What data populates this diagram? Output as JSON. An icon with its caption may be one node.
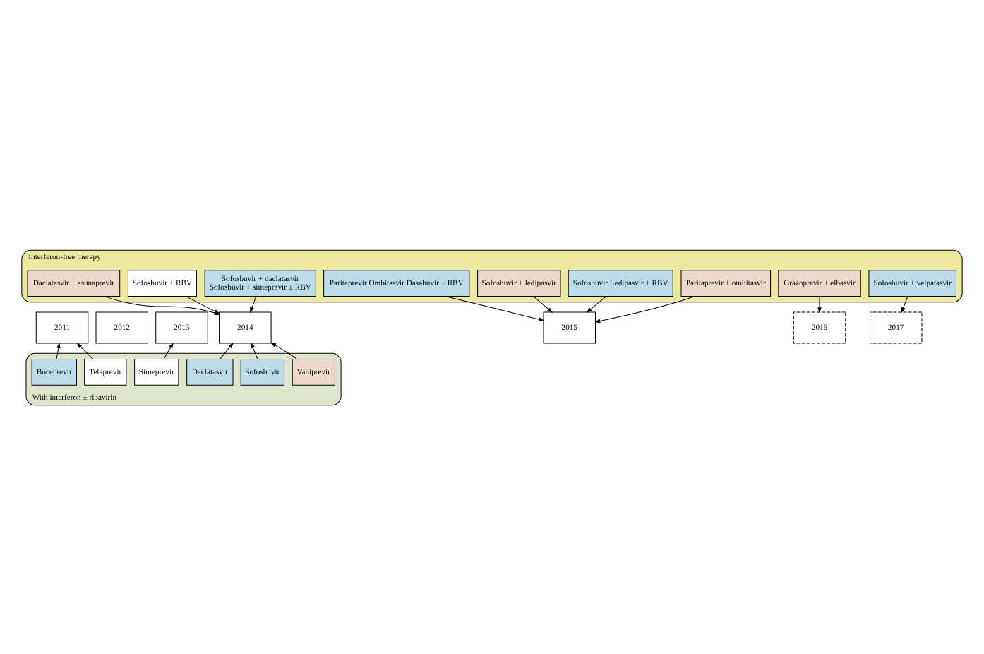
{
  "diagram": {
    "nodes": [
      {
        "text": [
          "Interferon-free therapy"
        ]
      },
      {
        "text": [
          "Sofosbuvir + daclatasvir",
          "Sofosbuvir + simeprevir ± RBV"
        ],
        "in": 0
      },
      {
        "text": [
          "Sofosbuvir + RBV"
        ],
        "in": 0
      },
      {
        "text": [
          "Paritaprevir Ombitasvir Dasabuvir ± RBV"
        ],
        "in": 0
      },
      {
        "text": [
          "Paritaprevir + ombitasvir"
        ],
        "in": 0
      },
      {
        "text": [
          "Sofosbuvir + velpatasvir"
        ],
        "in": 0
      },
      {
        "text": [
          "Sofosbuvir + ledipasvir"
        ],
        "in": 0
      },
      {
        "text": [
          "Daclatasvir + asunaprevir"
        ],
        "in": 0
      },
      {
        "text": [
          "Grazoprevir + elbasvir"
        ],
        "in": 0
      },
      {
        "text": [
          "Sofosbuvir Ledipasvir ± RBV"
        ],
        "in": 0
      },
      {
        "text": [
          "2011"
        ]
      },
      {
        "text": [
          "2012"
        ]
      },
      {
        "text": [
          "2013"
        ]
      },
      {
        "text": [
          "2014"
        ]
      },
      {
        "text": [
          "2015"
        ]
      },
      {
        "text": [
          "2016"
        ]
      },
      {
        "text": [
          "2017"
        ]
      },
      {
        "text": [
          "With interferon ± ribavirin"
        ]
      },
      {
        "text": [
          "Telaprevir"
        ],
        "in": 17
      },
      {
        "text": [
          "Boceprevir"
        ],
        "in": 17
      },
      {
        "text": [
          "Simeprevir"
        ],
        "in": 17
      },
      {
        "text": [
          "Vaniprevir"
        ],
        "in": 17
      },
      {
        "text": [
          "Sofosbuvir"
        ],
        "in": 17
      },
      {
        "text": [
          "Daclatasvir"
        ],
        "in": 17
      }
    ],
    "edges": [
      {
        "from": 1,
        "to": 13,
        "arrow": "to"
      },
      {
        "from": 2,
        "to": 13,
        "arrow": "to"
      },
      {
        "from": 7,
        "to": 13,
        "arrow": "to"
      },
      {
        "from": 9,
        "to": 14,
        "arrow": "to"
      },
      {
        "from": 3,
        "to": 14,
        "arrow": "to"
      },
      {
        "from": 6,
        "to": 14,
        "arrow": "to"
      },
      {
        "from": 4,
        "to": 14,
        "arrow": "to"
      },
      {
        "from": 8,
        "to": 15,
        "arrow": "to"
      },
      {
        "from": 5,
        "to": 16,
        "arrow": "to"
      },
      {
        "from": 19,
        "to": 10,
        "arrow": "to"
      },
      {
        "from": 18,
        "to": 10,
        "arrow": "to"
      },
      {
        "from": 20,
        "to": 12,
        "arrow": "to"
      },
      {
        "from": 22,
        "to": 13,
        "arrow": "to"
      },
      {
        "from": 23,
        "to": 13,
        "arrow": "to"
      },
      {
        "from": 21,
        "to": 13,
        "arrow": "to"
      }
    ]
  }
}
